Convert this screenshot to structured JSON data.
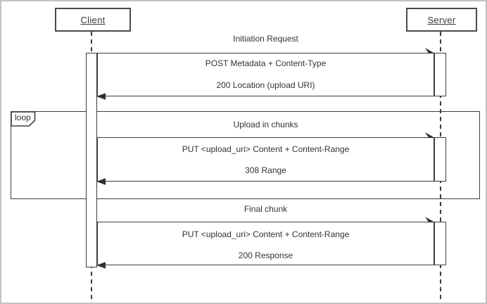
{
  "diagram": {
    "type": "uml-sequence",
    "actors": [
      {
        "id": "client",
        "label": "Client"
      },
      {
        "id": "server",
        "label": "Server"
      }
    ],
    "loop_fragment": {
      "operator": "loop"
    },
    "exchanges": [
      {
        "title": "Initiation Request",
        "request": "POST Metadata + Content-Type",
        "response": "200 Location (upload URI)",
        "in_loop": false
      },
      {
        "title": "Upload in chunks",
        "request": "PUT <upload_uri> Content + Content-Range",
        "response": "308 Range",
        "in_loop": true
      },
      {
        "title": "Final chunk",
        "request": "PUT <upload_uri> Content + Content-Range",
        "response": "200 Response",
        "in_loop": false
      }
    ],
    "colors": {
      "line": "#3d3d3d",
      "text": "#333333",
      "background": "#ffffff",
      "frame_border": "#c2c2c2"
    }
  }
}
